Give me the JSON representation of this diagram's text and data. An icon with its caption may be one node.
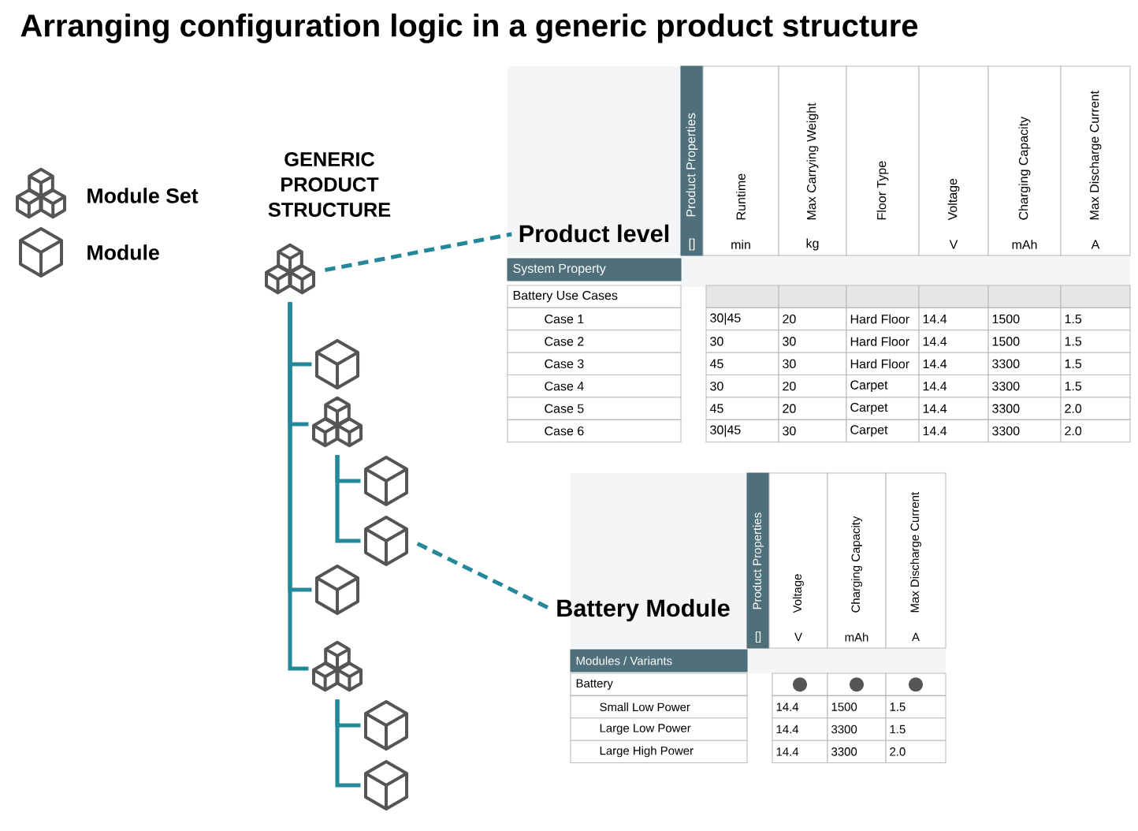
{
  "diagram": {
    "title": "Arranging configuration logic in a generic product structure",
    "nodes": [
      {
        "text": [],
        "shape": "cubes"
      },
      {
        "text": [],
        "shape": "cube"
      },
      {
        "text": [],
        "shape": "cubes"
      },
      {
        "text": [],
        "shape": "cube"
      },
      {
        "text": [],
        "shape": "cube"
      },
      {
        "text": [],
        "shape": "cube"
      },
      {
        "text": [],
        "shape": "cubes"
      },
      {
        "text": [],
        "shape": "cube"
      },
      {
        "text": [],
        "shape": "cube"
      },
      {
        "text": [
          "Product level"
        ]
      },
      {
        "text": [
          "Battery Module"
        ]
      }
    ],
    "edges": [
      {
        "from": 0,
        "to": 1,
        "arrow": "none"
      },
      {
        "from": 0,
        "to": 2,
        "arrow": "none"
      },
      {
        "from": 2,
        "to": 3,
        "arrow": "none"
      },
      {
        "from": 2,
        "to": 4,
        "arrow": "none"
      },
      {
        "from": 0,
        "to": 5,
        "arrow": "none"
      },
      {
        "from": 0,
        "to": 6,
        "arrow": "none"
      },
      {
        "from": 6,
        "to": 7,
        "arrow": "none"
      },
      {
        "from": 6,
        "to": 8,
        "arrow": "none"
      },
      {
        "from": 0,
        "to": 9,
        "arrow": "none",
        "style": "dashed"
      },
      {
        "from": 4,
        "to": 10,
        "arrow": "none",
        "style": "dashed"
      }
    ],
    "labels": [
      "GENERIC PRODUCT STRUCTURE",
      "Product Properties",
      "[]",
      "Runtime",
      "Max Carrying Weight",
      "Floor Type",
      "Voltage",
      "Charging Capacity",
      "Max Discharge Current",
      "min",
      "kg",
      "V",
      "mAh",
      "A",
      "System Property",
      "Battery Use Cases",
      "Case 1",
      "30|45",
      "20",
      "Hard Floor",
      "14.4",
      "1500",
      "1.5",
      "Case 2",
      "30",
      "30",
      "Hard Floor",
      "14.4",
      "1500",
      "1.5",
      "Case 3",
      "45",
      "30",
      "Hard Floor",
      "14.4",
      "3300",
      "1.5",
      "Case 4",
      "30",
      "20",
      "Carpet",
      "14.4",
      "3300",
      "1.5",
      "Case 5",
      "45",
      "20",
      "Carpet",
      "14.4",
      "3300",
      "2.0",
      "Case 6",
      "30|45",
      "30",
      "Carpet",
      "14.4",
      "3300",
      "2.0",
      "Product Properties",
      "[]",
      "Voltage",
      "Charging Capacity",
      "Max Discharge Current",
      "V",
      "mAh",
      "A",
      "Modules / Variants",
      "Battery",
      "Small Low Power",
      "14.4",
      "1500",
      "1.5",
      "Large Low Power",
      "14.4",
      "3300",
      "1.5",
      "Large High Power",
      "14.4",
      "3300",
      "2.0"
    ],
    "legend": [
      {
        "text": "Module Set"
      },
      {
        "text": "Module"
      }
    ]
  }
}
